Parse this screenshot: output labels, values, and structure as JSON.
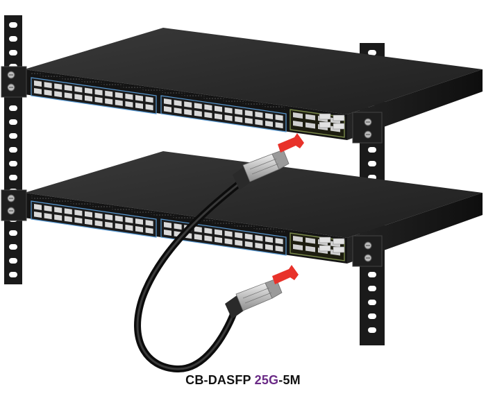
{
  "caption": {
    "prefix": "CB-DASFP ",
    "accent": "25G",
    "suffix": "-5M"
  },
  "colors": {
    "background": "#ffffff",
    "rack": "#1a1a1a",
    "rack_slot": "#ffffff",
    "switch_top": "#2a2a2a",
    "switch_front": "#141414",
    "port_block": "#5a9bd5",
    "sfp_zone": "#7a8a4a",
    "cable": "#1c1c1c",
    "transceiver": "#c8c8c8",
    "link_arrow": "#e8322a",
    "caption_text": "#111111",
    "caption_accent": "#6a2a86"
  },
  "icons": {
    "rack_ear_screw": "screw-icon",
    "direction_arrow": "arrow-icon"
  }
}
